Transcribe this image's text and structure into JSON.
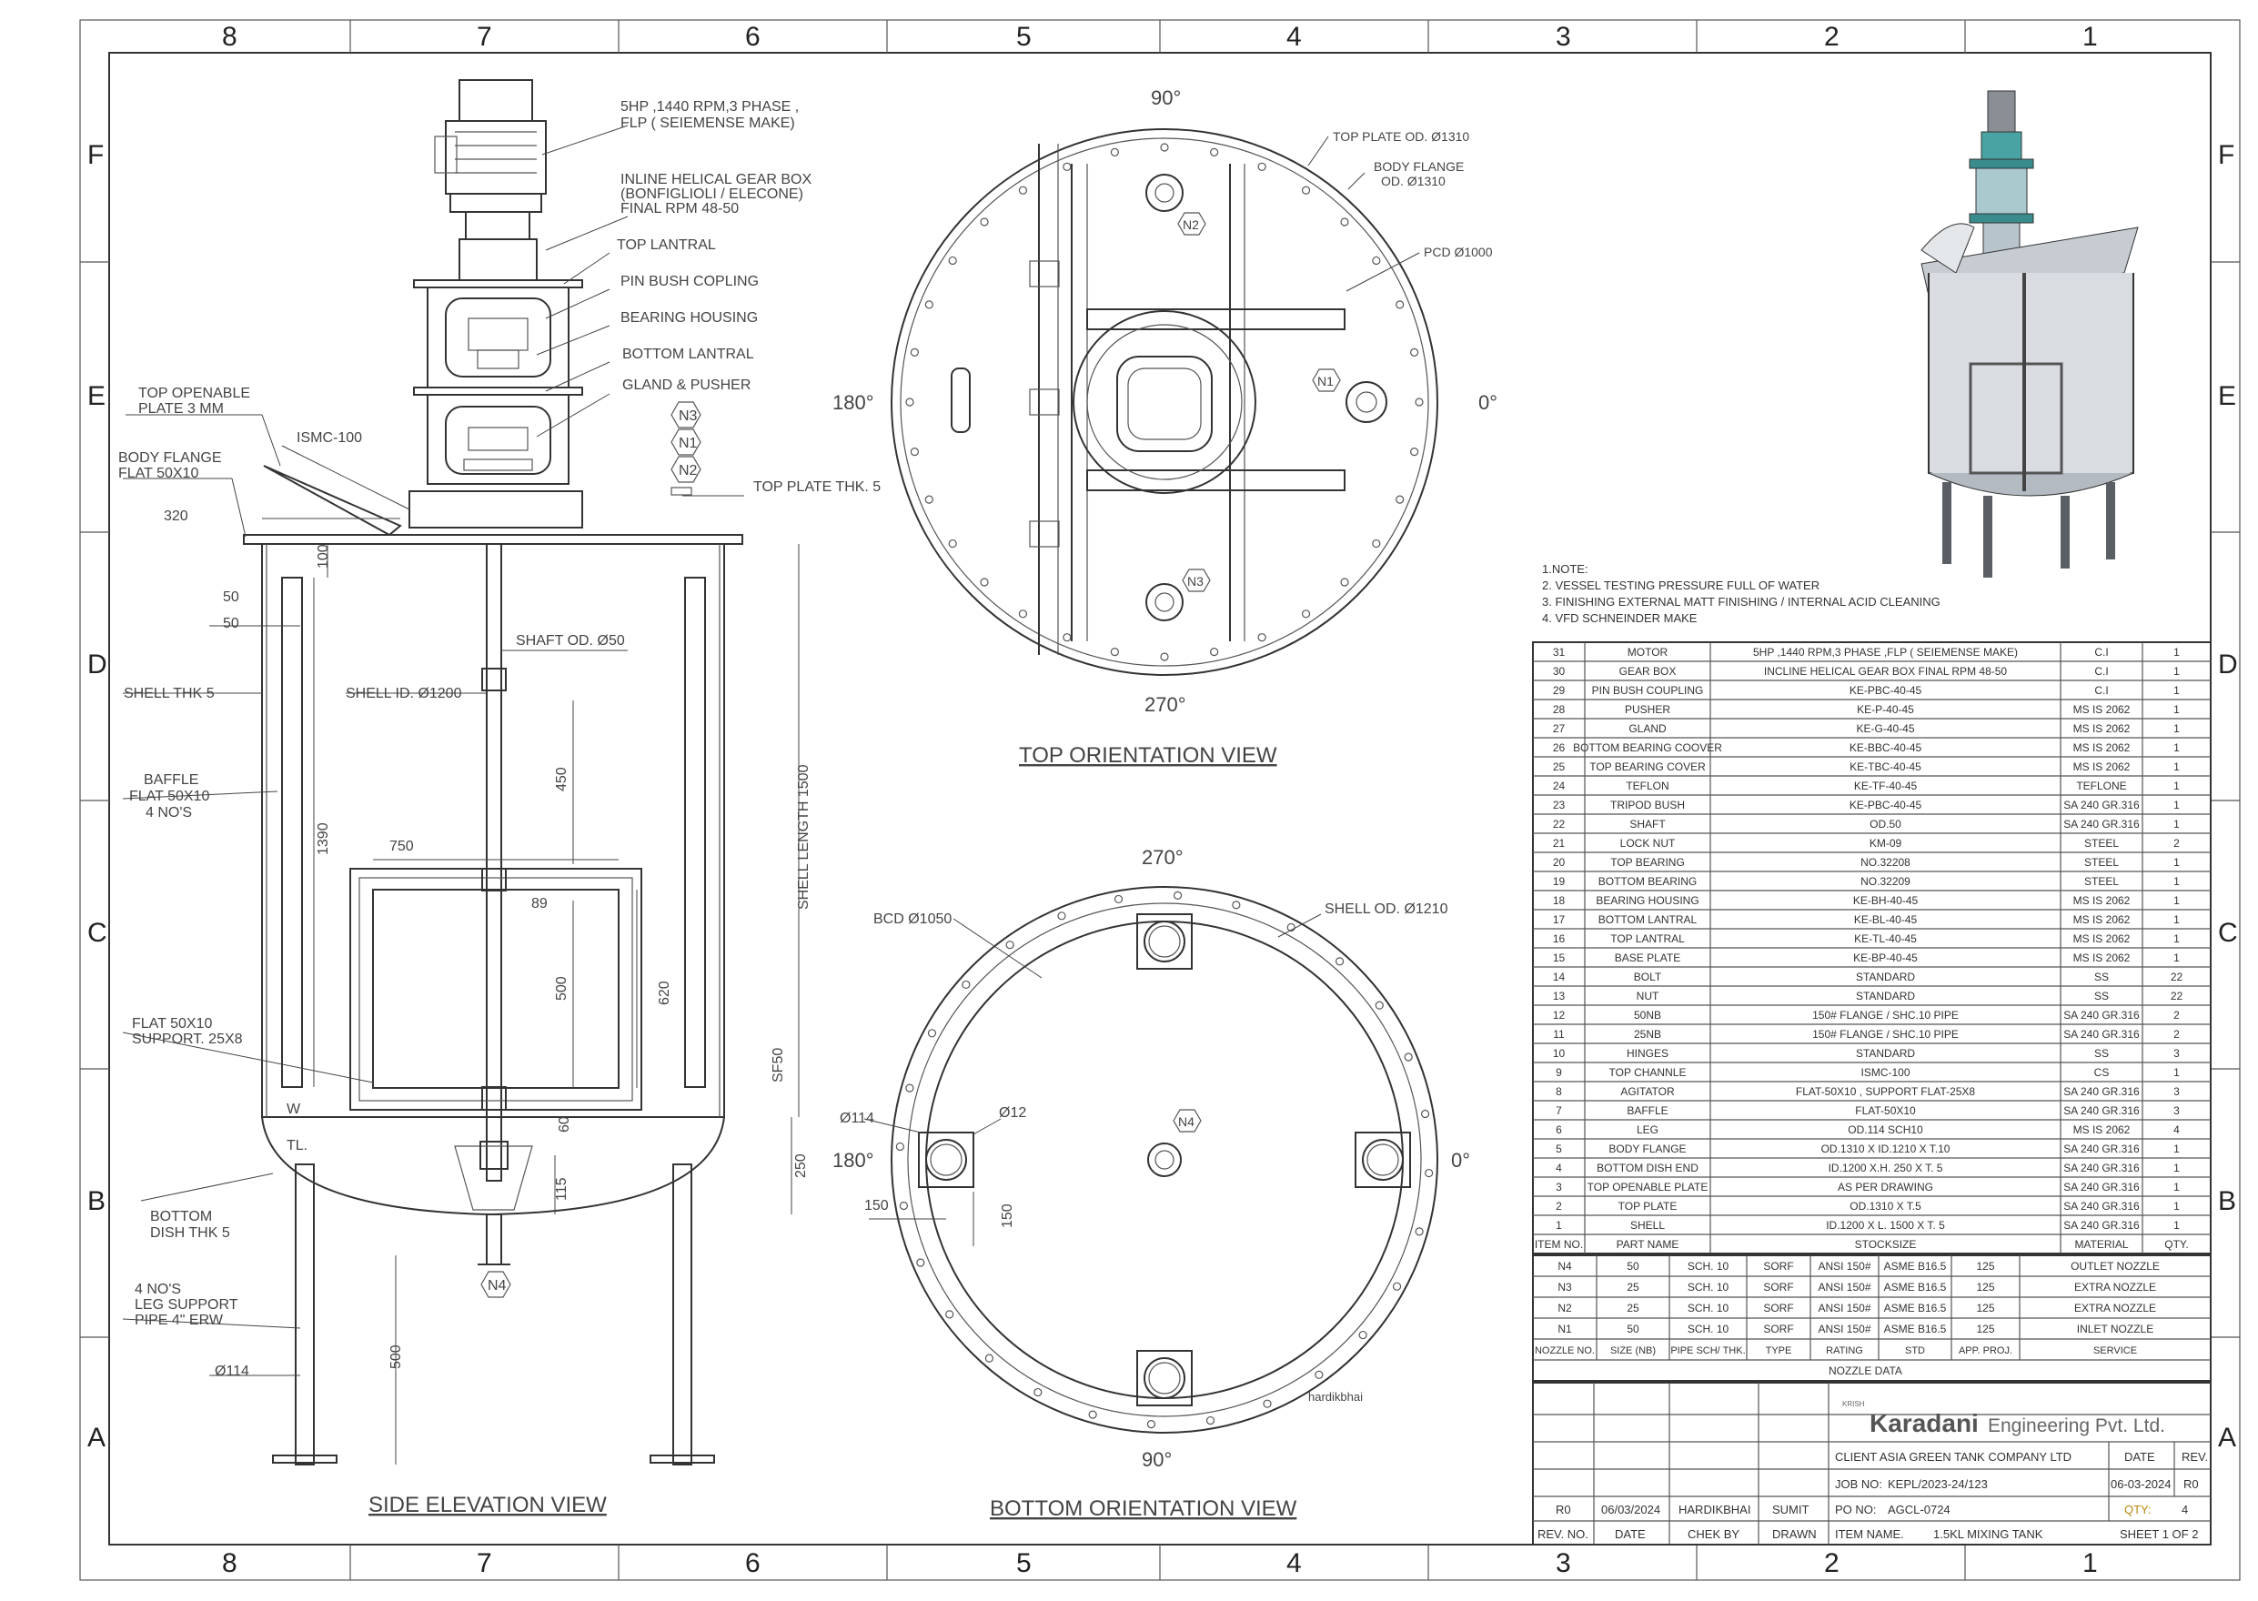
{
  "zones": {
    "columns": [
      "8",
      "7",
      "6",
      "5",
      "4",
      "3",
      "2",
      "1"
    ],
    "rows": [
      "F",
      "E",
      "D",
      "C",
      "B",
      "A"
    ]
  },
  "side_view": {
    "title": "SIDE ELEVATION VIEW",
    "callouts": [
      "5HP ,1440 RPM,3 PHASE ,",
      "FLP ( SEIEMENSE MAKE)",
      "INLINE HELICAL GEAR BOX",
      "(BONFIGLIOLI / ELECONE)",
      "FINAL RPM 48-50",
      "TOP LANTRAL",
      "PIN BUSH COPLING",
      "BEARING HOUSING",
      "BOTTOM LANTRAL",
      "GLAND & PUSHER",
      "TOP OPENABLE",
      "PLATE  3 MM",
      "ISMC-100",
      "BODY FLANGE",
      "FLAT 50X10",
      "TOP PLATE THK. 5",
      "SHELL THK 5",
      "SHAFT OD. Ø50",
      "SHELL ID. Ø1200",
      "BAFFLE",
      "FLAT 50X10",
      "4 NO'S",
      "FLAT 50X10",
      "SUPPORT. 25X8",
      "BOTTOM",
      "DISH THK 5",
      "4 NO'S",
      "LEG SUPPORT",
      "PIPE 4\" ERW",
      "SHELL  LENGTH 1500"
    ],
    "dims": [
      "320",
      "100",
      "50",
      "50",
      "1390",
      "750",
      "450",
      "89",
      "500",
      "620",
      "SF50",
      "60",
      "250",
      "115",
      "Ø114",
      "500",
      "TL.",
      "W"
    ],
    "nozzles": [
      "N3",
      "N1",
      "N2",
      "N4"
    ]
  },
  "top_view": {
    "title": "TOP ORIENTATION VIEW",
    "angles": [
      "90°",
      "180°",
      "0°",
      "270°"
    ],
    "callouts": [
      "TOP PLATE OD. Ø1310",
      "BODY FLANGE",
      "OD. Ø1310",
      "PCD Ø1000"
    ],
    "nozzles": [
      "N2",
      "N1",
      "N3"
    ]
  },
  "bottom_view": {
    "title": "BOTTOM ORIENTATION VIEW",
    "angles": [
      "270°",
      "180°",
      "0°",
      "90°"
    ],
    "callouts": [
      "BCD Ø1050",
      "SHELL OD. Ø1210",
      "Ø114",
      "Ø12",
      "150",
      "150",
      "hardikbhai"
    ],
    "nozzles": [
      "N4"
    ]
  },
  "notes": [
    "1.NOTE:",
    "2.  VESSEL TESTING PRESSURE  FULL OF WATER",
    "3.  FINISHING  EXTERNAL MATT FINISHING / INTERNAL ACID CLEANING",
    "4.  VFD  SCHNEINDER MAKE"
  ],
  "bom": {
    "headers": [
      "ITEM NO.",
      "PART NAME",
      "STOCKSIZE",
      "MATERIAL",
      "QTY."
    ],
    "rows": [
      [
        "31",
        "MOTOR",
        "5HP ,1440 RPM,3 PHASE ,FLP ( SEIEMENSE MAKE)",
        "C.I",
        "1"
      ],
      [
        "30",
        "GEAR BOX",
        "INCLINE HELICAL GEAR BOX FINAL RPM 48-50",
        "C.I",
        "1"
      ],
      [
        "29",
        "PIN BUSH COUPLING",
        "KE-PBC-40-45",
        "C.I",
        "1"
      ],
      [
        "28",
        "PUSHER",
        "KE-P-40-45",
        "MS IS 2062",
        "1"
      ],
      [
        "27",
        "GLAND",
        "KE-G-40-45",
        "MS IS 2062",
        "1"
      ],
      [
        "26",
        "BOTTOM BEARING COOVER",
        "KE-BBC-40-45",
        "MS IS 2062",
        "1"
      ],
      [
        "25",
        "TOP BEARING COVER",
        "KE-TBC-40-45",
        "MS IS 2062",
        "1"
      ],
      [
        "24",
        "TEFLON",
        "KE-TF-40-45",
        "TEFLONE",
        "1"
      ],
      [
        "23",
        "TRIPOD BUSH",
        "KE-PBC-40-45",
        "SA 240 GR.316",
        "1"
      ],
      [
        "22",
        "SHAFT",
        "OD.50",
        "SA 240 GR.316",
        "1"
      ],
      [
        "21",
        "LOCK NUT",
        "KM-09",
        "STEEL",
        "2"
      ],
      [
        "20",
        "TOP BEARING",
        "NO.32208",
        "STEEL",
        "1"
      ],
      [
        "19",
        "BOTTOM BEARING",
        "NO.32209",
        "STEEL",
        "1"
      ],
      [
        "18",
        "BEARING HOUSING",
        "KE-BH-40-45",
        "MS IS 2062",
        "1"
      ],
      [
        "17",
        "BOTTOM LANTRAL",
        "KE-BL-40-45",
        "MS IS 2062",
        "1"
      ],
      [
        "16",
        "TOP LANTRAL",
        "KE-TL-40-45",
        "MS IS 2062",
        "1"
      ],
      [
        "15",
        "BASE PLATE",
        "KE-BP-40-45",
        "MS IS 2062",
        "1"
      ],
      [
        "14",
        "BOLT",
        "STANDARD",
        "SS",
        "22"
      ],
      [
        "13",
        "NUT",
        "STANDARD",
        "SS",
        "22"
      ],
      [
        "12",
        "50NB",
        "150# FLANGE / SHC.10 PIPE",
        "SA 240 GR.316",
        "2"
      ],
      [
        "11",
        "25NB",
        "150# FLANGE / SHC.10 PIPE",
        "SA 240 GR.316",
        "2"
      ],
      [
        "10",
        "HINGES",
        "STANDARD",
        "SS",
        "3"
      ],
      [
        "9",
        "TOP CHANNLE",
        "ISMC-100",
        "CS",
        "1"
      ],
      [
        "8",
        "AGITATOR",
        "FLAT-50X10 , SUPPORT FLAT-25X8",
        "SA 240 GR.316",
        "3"
      ],
      [
        "7",
        "BAFFLE",
        "FLAT-50X10",
        "SA 240 GR.316",
        "3"
      ],
      [
        "6",
        "LEG",
        "OD.114 SCH10",
        "MS IS 2062",
        "4"
      ],
      [
        "5",
        "BODY FLANGE",
        "OD.1310 X ID.1210 X T.10",
        "SA 240 GR.316",
        "1"
      ],
      [
        "4",
        "BOTTOM DISH END",
        "ID.1200 X.H. 250 X T. 5",
        "SA 240 GR.316",
        "1"
      ],
      [
        "3",
        "TOP OPENABLE PLATE",
        "AS PER DRAWING",
        "SA 240 GR.316",
        "1"
      ],
      [
        "2",
        "TOP PLATE",
        "OD.1310 X T.5",
        "SA 240 GR.316",
        "1"
      ],
      [
        "1",
        "SHELL",
        "ID.1200 X L. 1500 X T. 5",
        "SA 240 GR.316",
        "1"
      ]
    ]
  },
  "nozzle_table": {
    "title": "NOZZLE DATA",
    "headers": [
      "NOZZLE NO.",
      "SIZE (NB)",
      "PIPE SCH/ THK.",
      "TYPE",
      "RATING",
      "STD",
      "APP. PROJ.",
      "SERVICE"
    ],
    "rows": [
      [
        "N4",
        "50",
        "SCH. 10",
        "SORF",
        "ANSI 150#",
        "ASME B16.5",
        "125",
        "OUTLET NOZZLE"
      ],
      [
        "N3",
        "25",
        "SCH. 10",
        "SORF",
        "ANSI 150#",
        "ASME B16.5",
        "125",
        "EXTRA NOZZLE"
      ],
      [
        "N2",
        "25",
        "SCH. 10",
        "SORF",
        "ANSI 150#",
        "ASME B16.5",
        "125",
        "EXTRA NOZZLE"
      ],
      [
        "N1",
        "50",
        "SCH. 10",
        "SORF",
        "ANSI 150#",
        "ASME B16.5",
        "125",
        "INLET NOZZLE"
      ]
    ]
  },
  "title_block": {
    "logo_small": "KRISH",
    "company_bold": "Karadani",
    "company_rest": " Engineering Pvt. Ltd.",
    "client": "CLIENT ASIA GREEN TANK COMPANY LTD",
    "date_label": "DATE",
    "rev_label": "REV.",
    "job_label": "JOB NO:",
    "job_no": "KEPL/2023-24/123",
    "date": "06-03-2024",
    "rev": "R0",
    "po_label": "PO NO:",
    "po_no": "AGCL-0724",
    "qty_label": "QTY:",
    "qty": "4",
    "item_label": "ITEM NAME.",
    "item_name": "1.5KL MIXING TANK",
    "sheet": "SHEET 1 OF 2",
    "rev_row": [
      "R0",
      "06/03/2024",
      "HARDIKBHAI",
      "SUMIT"
    ],
    "rev_headers": [
      "REV. NO.",
      "DATE",
      "CHEK BY",
      "DRAWN"
    ]
  }
}
